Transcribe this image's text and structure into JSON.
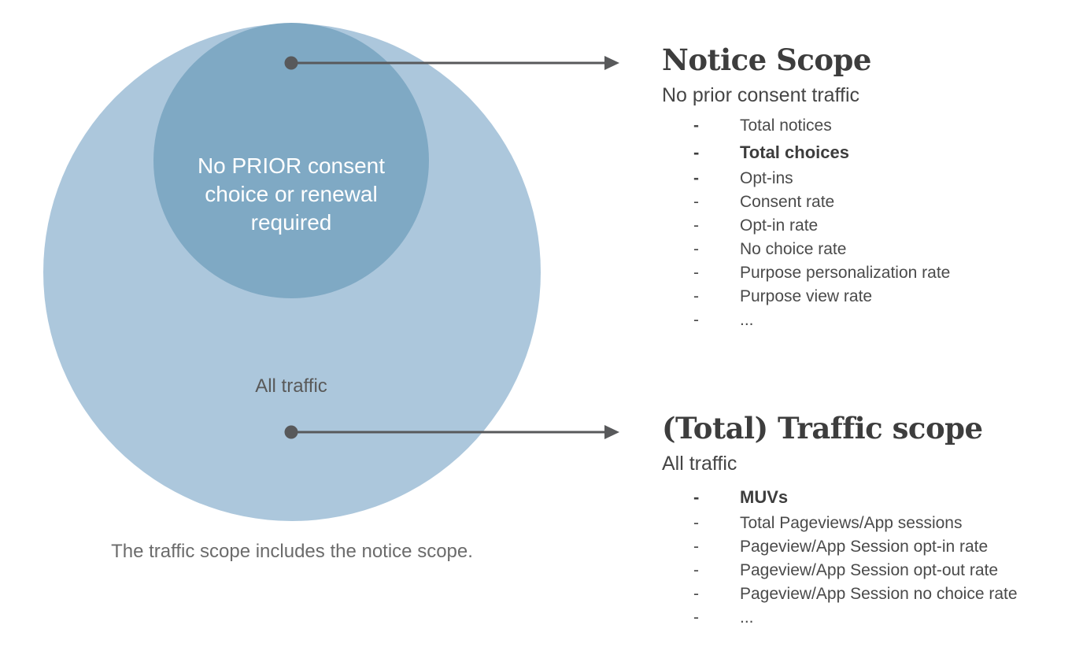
{
  "list_bullet": "-",
  "venn": {
    "inner_circle": {
      "label": "No PRIOR consent\nchoice or renewal\nrequired",
      "color": "#7FA9C4"
    },
    "outer_circle": {
      "label": "All traffic",
      "color": "#ACC7DC"
    },
    "caption": "The traffic scope includes the notice scope."
  },
  "notice_scope": {
    "title": "Notice Scope",
    "subtitle": "No prior consent traffic",
    "items": [
      {
        "text": "Total notices",
        "emphasis": false
      },
      {
        "text": "Total choices",
        "emphasis": true
      },
      {
        "text": "Opt-ins",
        "emphasis": false
      },
      {
        "text": "Consent rate",
        "emphasis": false
      },
      {
        "text": "Opt-in rate",
        "emphasis": false
      },
      {
        "text": "No choice rate",
        "emphasis": false
      },
      {
        "text": "Purpose personalization rate",
        "emphasis": false
      },
      {
        "text": "Purpose view rate",
        "emphasis": false
      },
      {
        "text": "...",
        "emphasis": false
      }
    ]
  },
  "traffic_scope": {
    "title": "(Total) Traffic scope",
    "subtitle": "All traffic",
    "items": [
      {
        "text": "MUVs",
        "emphasis": true
      },
      {
        "text": "Total Pageviews/App sessions",
        "emphasis": false
      },
      {
        "text": "Pageview/App Session opt-in rate",
        "emphasis": false
      },
      {
        "text": "Pageview/App Session opt-out rate",
        "emphasis": false
      },
      {
        "text": "Pageview/App Session no choice rate",
        "emphasis": false
      },
      {
        "text": "...",
        "emphasis": false
      }
    ]
  },
  "colors": {
    "arrow": "#58595B",
    "heading_text": "#3D3D3D",
    "body_text": "#4A4A4A",
    "caption_text": "#6B6B6B",
    "inner_label_text": "#FFFFFF",
    "background": "#FFFFFF"
  }
}
